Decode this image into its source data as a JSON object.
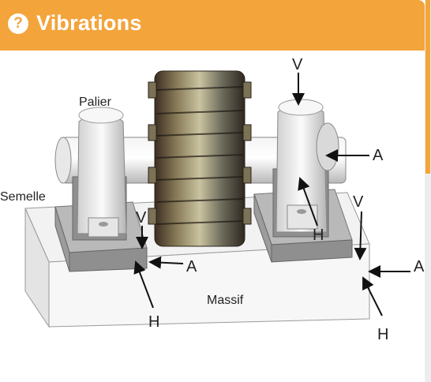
{
  "header": {
    "title": "Vibrations",
    "help_glyph": "?",
    "icon": "help-circle-icon",
    "color": "#f3a43b"
  },
  "diagram": {
    "labels": {
      "palier": "Palier",
      "semelle": "Semelle",
      "massif": "Massif",
      "v": "V",
      "a": "A",
      "h": "H"
    }
  }
}
